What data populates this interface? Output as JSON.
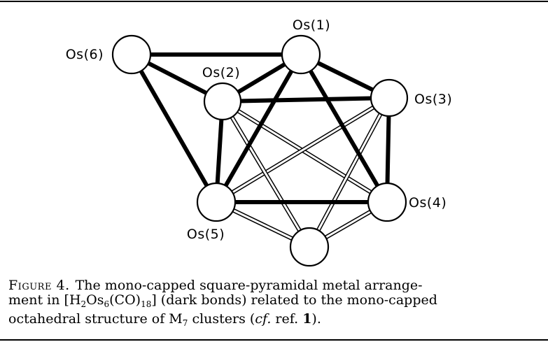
{
  "figure": {
    "atoms": [
      {
        "id": "Os1",
        "label": "Os(1)"
      },
      {
        "id": "Os2",
        "label": "Os(2)"
      },
      {
        "id": "Os3",
        "label": "Os(3)"
      },
      {
        "id": "Os4",
        "label": "Os(4)"
      },
      {
        "id": "Os5",
        "label": "Os(5)"
      },
      {
        "id": "Os6",
        "label": "Os(6)"
      },
      {
        "id": "Cap",
        "label": ""
      }
    ],
    "dark_bonds": [
      [
        "Os6",
        "Os1"
      ],
      [
        "Os6",
        "Os2"
      ],
      [
        "Os6",
        "Os5"
      ],
      [
        "Os1",
        "Os2"
      ],
      [
        "Os1",
        "Os3"
      ],
      [
        "Os1",
        "Os4"
      ],
      [
        "Os1",
        "Os5"
      ],
      [
        "Os2",
        "Os3"
      ],
      [
        "Os2",
        "Os5"
      ],
      [
        "Os3",
        "Os4"
      ],
      [
        "Os4",
        "Os5"
      ]
    ],
    "open_bonds": [
      [
        "Os2",
        "Os4"
      ],
      [
        "Os3",
        "Os5"
      ],
      [
        "Os5",
        "Cap"
      ],
      [
        "Os4",
        "Cap"
      ],
      [
        "Os2",
        "Cap"
      ],
      [
        "Os3",
        "Cap"
      ]
    ]
  },
  "caption": {
    "figure_label": "Figure 4.",
    "line1": "The mono-capped square-pyramidal metal arrange-",
    "line2_prefix": "ment in [H",
    "line2_sub1": "2",
    "line2_os": "Os",
    "line2_sub2": "6",
    "line2_co": "(CO)",
    "line2_sub3": "18",
    "line2_suffix": "] (dark bonds) related to the mono-capped",
    "line3_prefix": "octahedral structure of M",
    "line3_sub": "7",
    "line3_mid": " clusters (",
    "line3_cf": "cf.",
    "line3_ref": " ref. ",
    "line3_refnum": "1",
    "line3_end": ")."
  }
}
